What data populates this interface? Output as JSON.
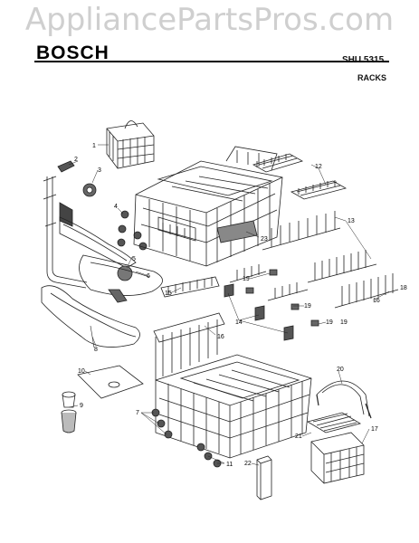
{
  "watermark": "AppliancePartsPros.com",
  "brand": "BOSCH",
  "model": "SHU 5315",
  "section": "RACKS",
  "callouts": [
    "1",
    "2",
    "3",
    "4",
    "5",
    "6",
    "7",
    "8",
    "9",
    "10",
    "11",
    "12",
    "13",
    "14",
    "15",
    "16",
    "16",
    "17",
    "18",
    "19",
    "19",
    "19",
    "19",
    "20",
    "21",
    "22",
    "23"
  ]
}
